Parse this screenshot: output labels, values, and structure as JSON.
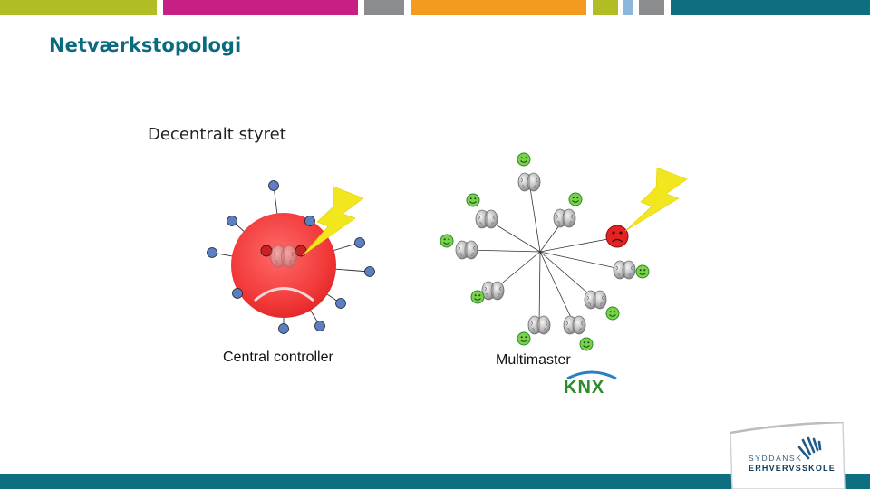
{
  "slide": {
    "title": "Netværkstopologi",
    "subtitle": "Decentralt styret"
  },
  "diagram": {
    "central_label": "Central controller",
    "multimaster_label": "Multimaster"
  },
  "logos": {
    "knx_text": "KNX",
    "school_line1": "SYDDANSK",
    "school_line2": "ERHVERVSSKOLE"
  },
  "colors": {
    "title": "#0a6a7e",
    "lime": "#b0bd25",
    "magenta": "#c71f84",
    "gray": "#8a8c8e",
    "orange": "#f39b1e",
    "light_blue": "#8cb6dc",
    "teal": "#0e6f80",
    "controller_red": "#f23a3a",
    "node_blue": "#5b7fc0",
    "smiley_green": "#2fa82f",
    "lightning": "#f2e61e"
  },
  "icons": {
    "brain": "brain-icon",
    "smiley": "smiley-icon",
    "sad_face": "sad-face-icon",
    "lightning": "lightning-icon"
  }
}
